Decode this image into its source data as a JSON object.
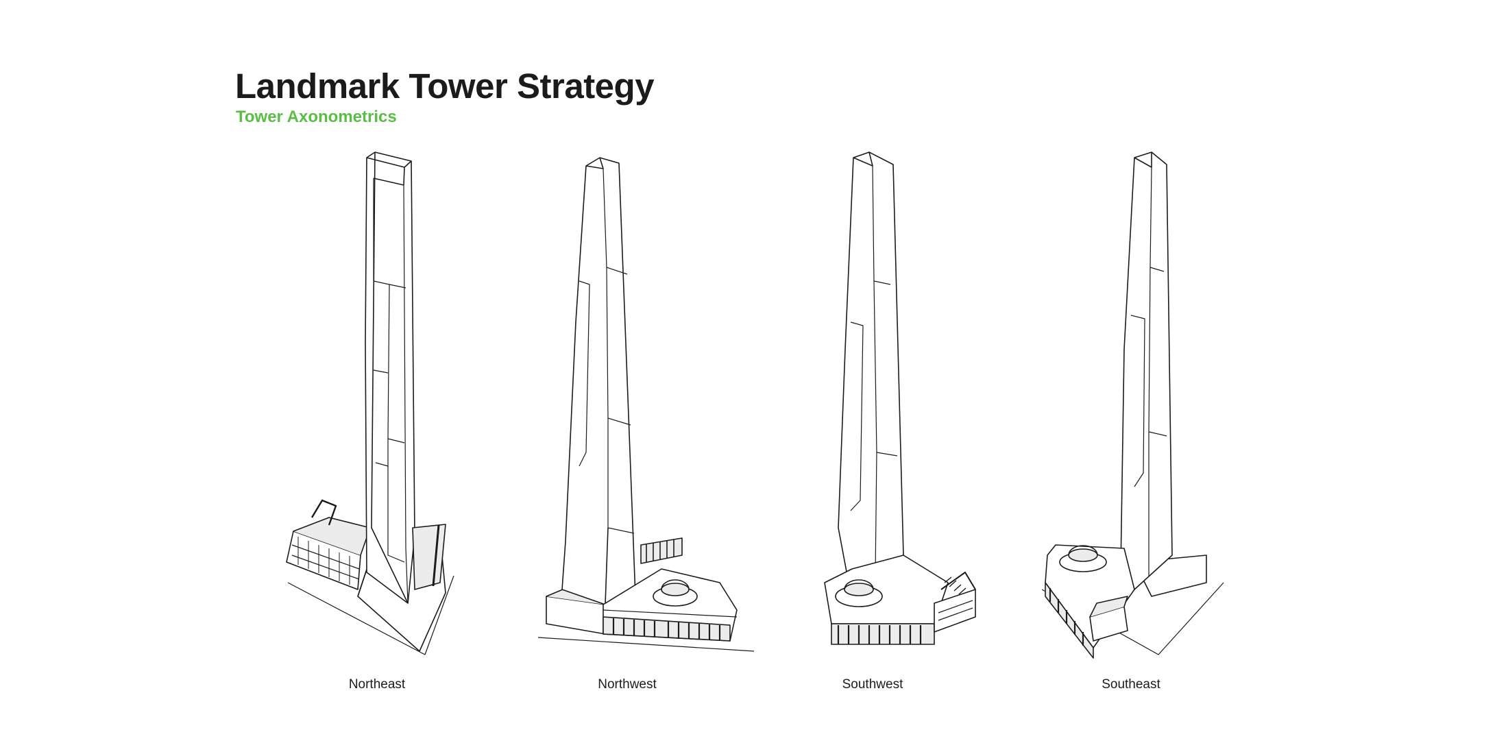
{
  "header": {
    "title": "Landmark Tower Strategy",
    "subtitle": "Tower Axonometrics"
  },
  "colors": {
    "subtitle_green": "#5bbd45",
    "title_text": "#1b1b1b",
    "line": "#1b1b1b",
    "face_light": "#ffffff",
    "face_shade": "#ececec"
  },
  "views": [
    {
      "label": "Northeast"
    },
    {
      "label": "Northwest"
    },
    {
      "label": "Southwest"
    },
    {
      "label": "Southeast"
    }
  ]
}
